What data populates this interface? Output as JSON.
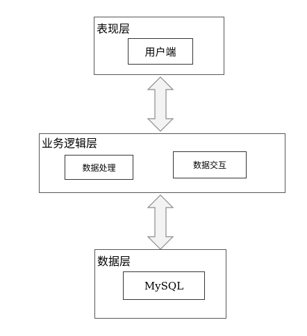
{
  "presentation_layer": {
    "title": "表现层",
    "component": "用户端"
  },
  "business_layer": {
    "title": "业务逻辑层",
    "components": [
      "数据处理",
      "数据交互"
    ]
  },
  "data_layer": {
    "title": "数据层",
    "component": "MySQL"
  }
}
